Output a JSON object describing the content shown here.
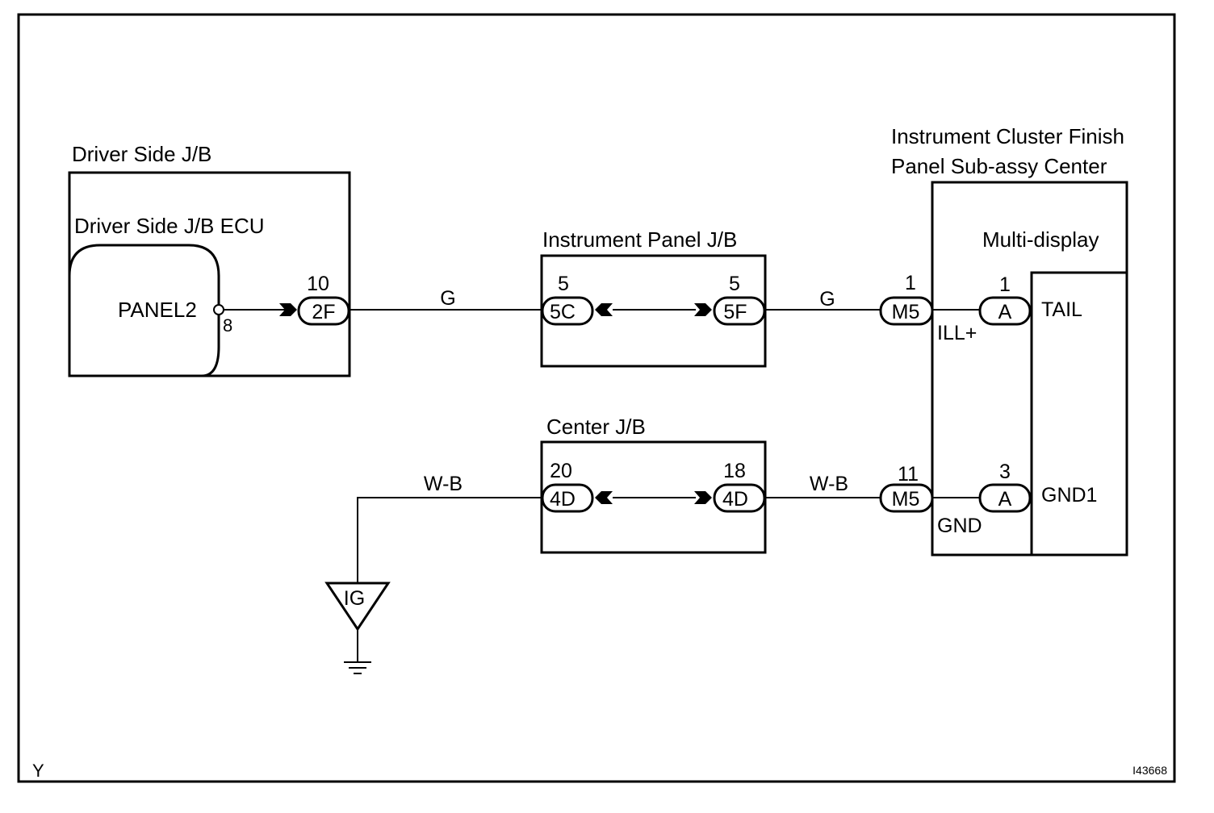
{
  "driver_jb": {
    "title": "Driver Side J/B",
    "ecu_title": "Driver Side J/B ECU",
    "terminal_label": "PANEL2",
    "terminal_pin": "8",
    "connector": {
      "code": "2F",
      "pin": "10"
    }
  },
  "wire_g_left": {
    "color": "G"
  },
  "instrument_panel_jb": {
    "title": "Instrument Panel J/B",
    "left_connector": {
      "code": "5C",
      "pin": "5"
    },
    "right_connector": {
      "code": "5F",
      "pin": "5"
    }
  },
  "wire_g_right": {
    "color": "G"
  },
  "cluster_finish_panel": {
    "title_line1": "Instrument Cluster Finish",
    "title_line2": "Panel Sub-assy Center",
    "connector_top": {
      "code": "M5",
      "pin": "1"
    },
    "connector_bottom": {
      "code": "M5",
      "pin": "11"
    },
    "terminal_top": "ILL+",
    "terminal_bottom": "GND"
  },
  "multi_display": {
    "title": "Multi-display",
    "connector_top": {
      "code": "A",
      "pin": "1"
    },
    "connector_bottom": {
      "code": "A",
      "pin": "3"
    },
    "terminal_top": "TAIL",
    "terminal_bottom": "GND1"
  },
  "center_jb": {
    "title": "Center J/B",
    "left_connector": {
      "code": "4D",
      "pin": "20"
    },
    "right_connector": {
      "code": "4D",
      "pin": "18"
    }
  },
  "wire_wb_left": {
    "color": "W-B"
  },
  "wire_wb_right": {
    "color": "W-B"
  },
  "ground": {
    "label": "IG"
  },
  "footer": {
    "left_code": "Y",
    "figure_id": "I43668"
  }
}
